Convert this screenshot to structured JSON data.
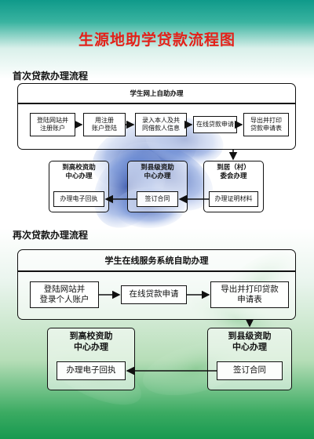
{
  "title": "生源地助学贷款流程图",
  "first": {
    "heading": "首次贷款办理流程",
    "frame_label": "学生网上自助办理",
    "steps": [
      "登陆网站并\n注册账户",
      "用注册\n账户登陆",
      "录入本人及共\n同借款人信息",
      "在线贷款申请",
      "导出并打印\n贷款申请表"
    ],
    "village": {
      "label": "到居（村）\n委会办理",
      "box": "办理证明材料"
    },
    "county": {
      "label": "到县级资助\n中心办理",
      "box": "签订合同"
    },
    "college": {
      "label": "到高校资助\n中心办理",
      "box": "办理电子回执"
    }
  },
  "second": {
    "heading": "再次贷款办理流程",
    "frame_label": "学生在线服务系统自助办理",
    "steps": [
      "登陆网站并\n登录个人账户",
      "在线贷款申请",
      "导出并打印贷款\n申请表"
    ],
    "county": {
      "label": "到县级资助\n中心办理",
      "box": "签订合同"
    },
    "college": {
      "label": "到高校资助\n中心办理",
      "box": "办理电子回执"
    }
  },
  "colors": {
    "title": "#e32119",
    "top_band": "#0f9a8a",
    "bottom_band": "#179950"
  }
}
